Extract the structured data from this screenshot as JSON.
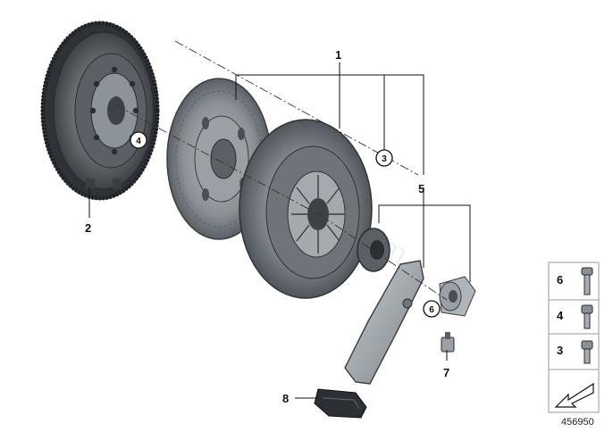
{
  "diagram": {
    "callouts": [
      "1",
      "2",
      "3",
      "4",
      "5",
      "6",
      "7",
      "8"
    ],
    "circled_callouts": [
      "4",
      "3",
      "6"
    ],
    "legend_labels": [
      "6",
      "4",
      "3"
    ],
    "document_number": "456950",
    "watermark": "www.BMWepc.com"
  },
  "colors": {
    "line": "#111111",
    "dash_line": "#333333",
    "metal_dark": "#4a4f55",
    "metal_mid": "#8a9097",
    "metal_light": "#c9cdd1",
    "ring_teeth": "#3a3d41",
    "legend_frame": "#9a9a9a"
  },
  "icons": [
    "flywheel",
    "clutch-disc",
    "pressure-plate",
    "release-bearing",
    "release-lever",
    "pivot-pin",
    "boot",
    "bolt"
  ]
}
